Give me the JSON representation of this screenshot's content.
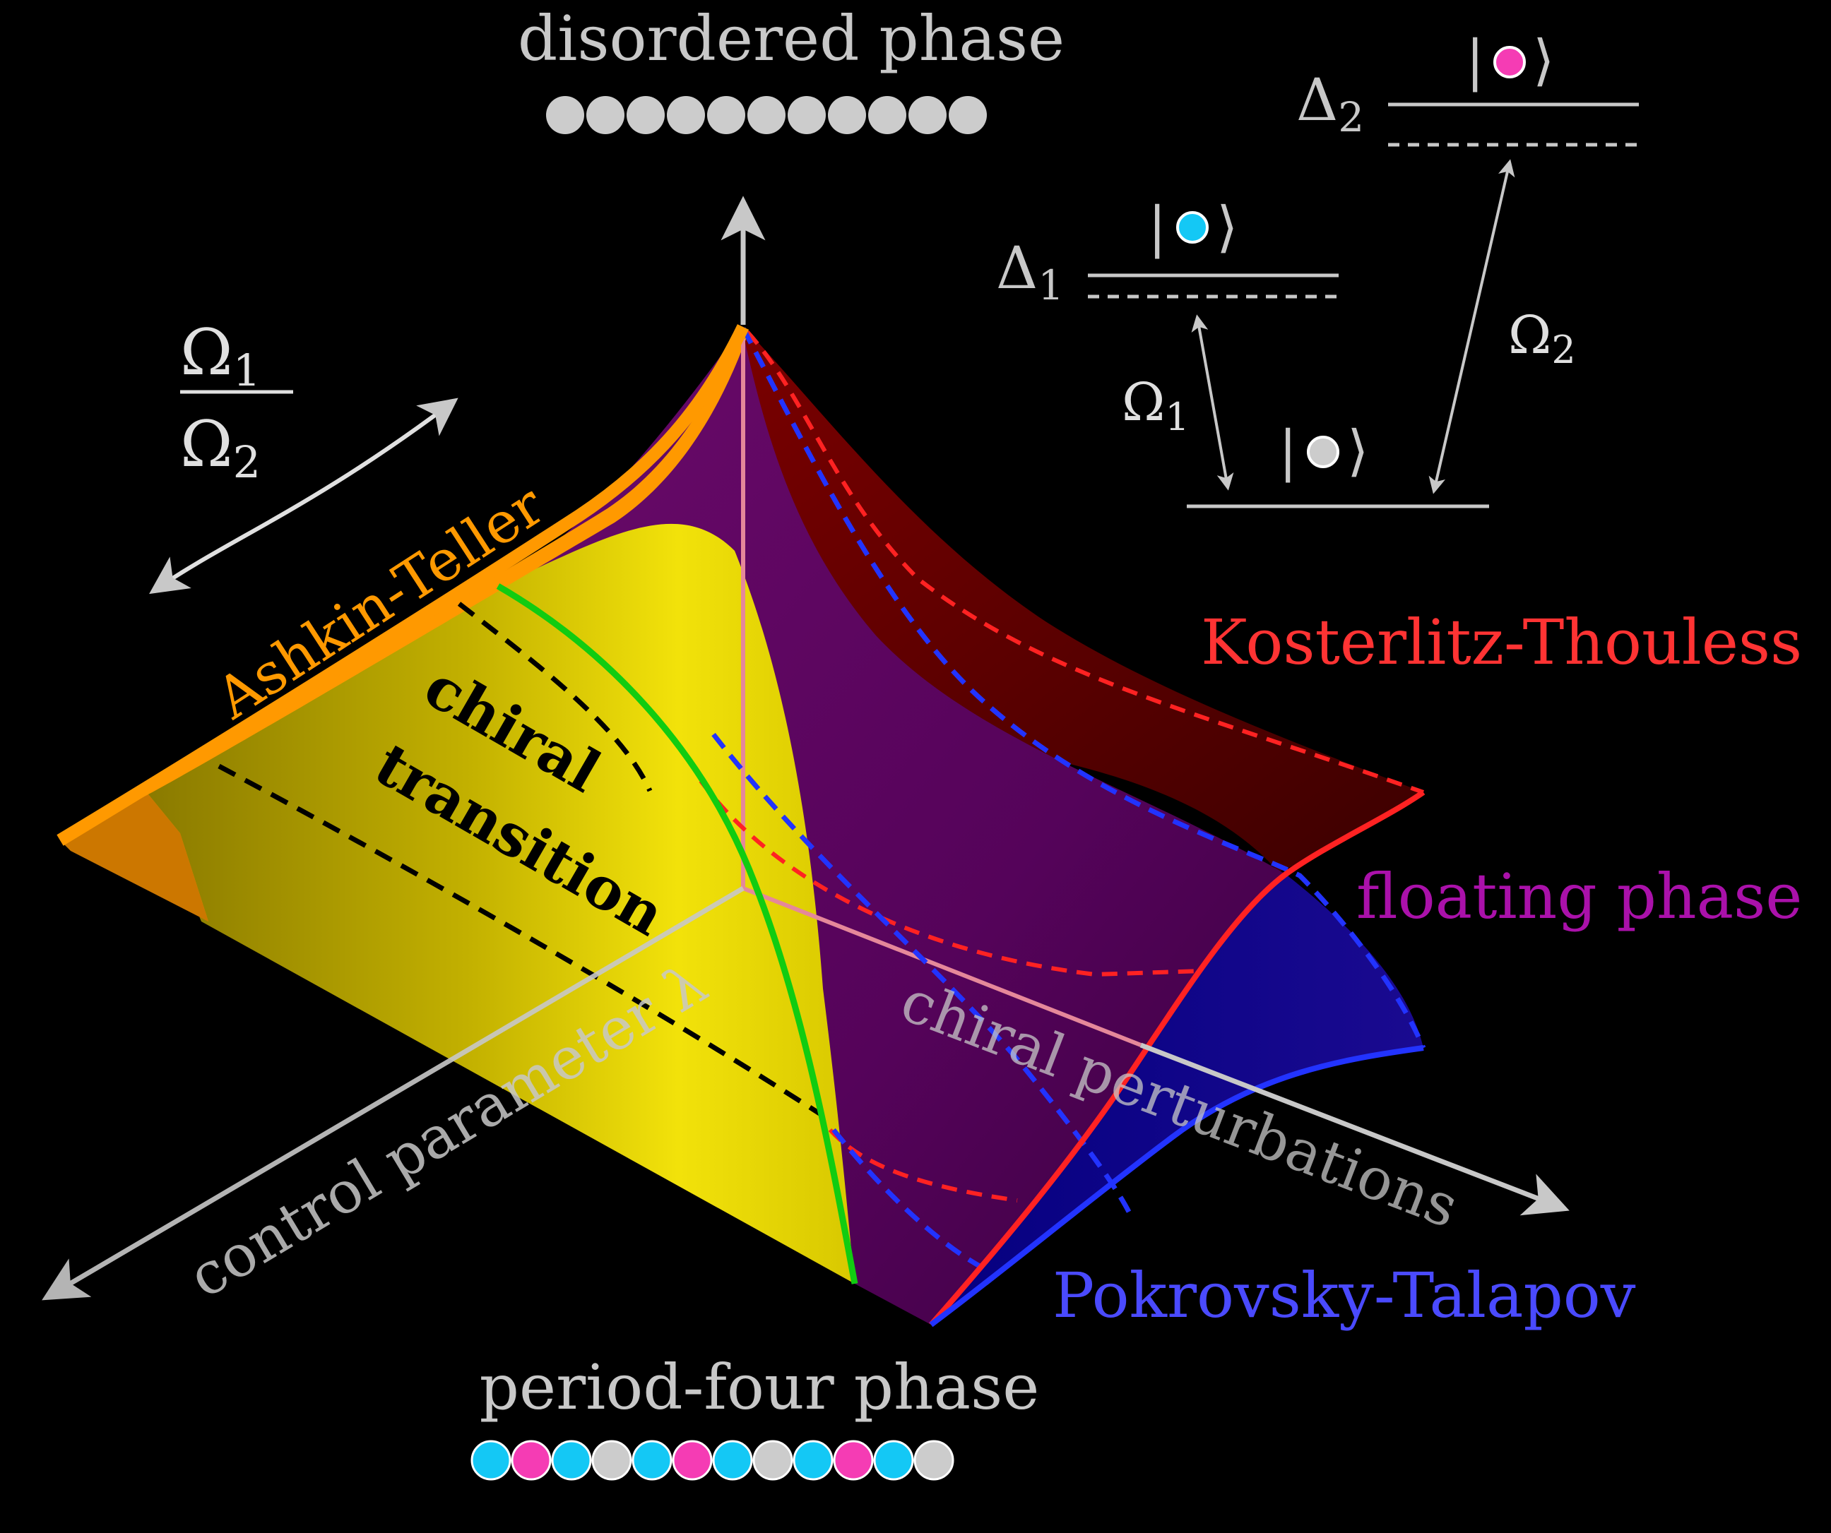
{
  "labels": {
    "top_phase": "disordered phase",
    "bottom_phase": "period-four phase",
    "ashkin_teller": "Ashkin-Teller",
    "chiral_line1": "chiral",
    "chiral_line2": "transition",
    "kosterlitz": "Kosterlitz-Thouless",
    "floating": "floating phase",
    "pokrovsky": "Pokrovsky-Talapov",
    "control_parameter": "control parameter λ",
    "chiral_perturbations": "chiral perturbations",
    "ratio_num_symbol": "Ω",
    "ratio_num_sub": "1",
    "ratio_den_symbol": "Ω",
    "ratio_den_sub": "2",
    "delta1_symbol": "Δ",
    "delta1_sub": "1",
    "delta2_symbol": "Δ",
    "delta2_sub": "2",
    "omega1_symbol": "Ω",
    "omega1_sub": "1",
    "omega2_symbol": "Ω",
    "omega2_sub": "2",
    "ket_left": "|",
    "ket_right": "⟩"
  },
  "atoms": {
    "disordered": [
      "gray",
      "gray",
      "gray",
      "gray",
      "gray",
      "gray",
      "gray",
      "gray",
      "gray",
      "gray",
      "gray"
    ],
    "period_four": [
      "cyan",
      "magenta",
      "cyan",
      "gray",
      "cyan",
      "magenta",
      "cyan",
      "gray",
      "cyan",
      "magenta",
      "cyan",
      "gray"
    ]
  },
  "colors": {
    "gray": "#cccccc",
    "cyan": "#14c8f5",
    "magenta": "#f53cb4",
    "orange": "#ff9900",
    "yellow": "#f2e20a",
    "green": "#11cc11",
    "red": "#ff2222",
    "blue": "#2233ff",
    "purple": "#660066",
    "label_red": "#ff3333",
    "label_magenta": "#aa11aa",
    "label_blue": "#4a4aff",
    "label_gray": "#c8c8c8"
  }
}
